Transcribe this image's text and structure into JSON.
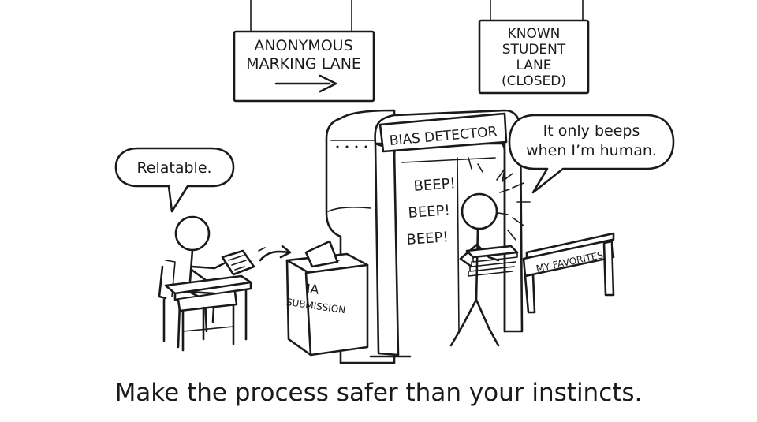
{
  "signs": {
    "anonymous": {
      "line1": "ANONYMOUS",
      "line2": "MARKING LANE"
    },
    "known": {
      "line1": "KNOWN",
      "line2": "STUDENT",
      "line3": "LANE",
      "line4": "(CLOSED)"
    }
  },
  "detector": {
    "label": "BIAS DETECTOR"
  },
  "beeps": [
    "BEEP!",
    "BEEP!",
    "BEEP!"
  ],
  "bubbles": {
    "left": "Relatable.",
    "right_line1": "It only beeps",
    "right_line2": "when I’m human."
  },
  "box": {
    "line1": "IA",
    "line2": "SUBMISSION"
  },
  "rail": {
    "label": "MY FAVORITES"
  },
  "caption": "Make the process safer than your instincts."
}
